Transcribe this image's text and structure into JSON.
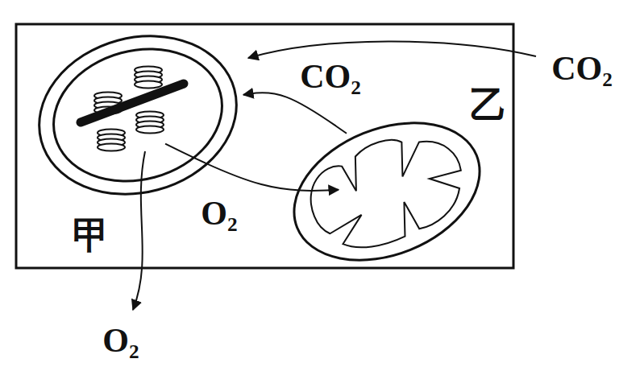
{
  "diagram": {
    "nodes": [
      {
        "text": [
          "甲"
        ]
      },
      {
        "text": [
          "乙"
        ]
      }
    ],
    "edges": [
      {
        "from": 1,
        "to": 0,
        "arrow": "to",
        "label": "CO₂"
      },
      {
        "from": 0,
        "to": 1,
        "arrow": "to",
        "label": "O₂"
      }
    ],
    "labels": [
      "CO₂",
      "O₂"
    ]
  }
}
